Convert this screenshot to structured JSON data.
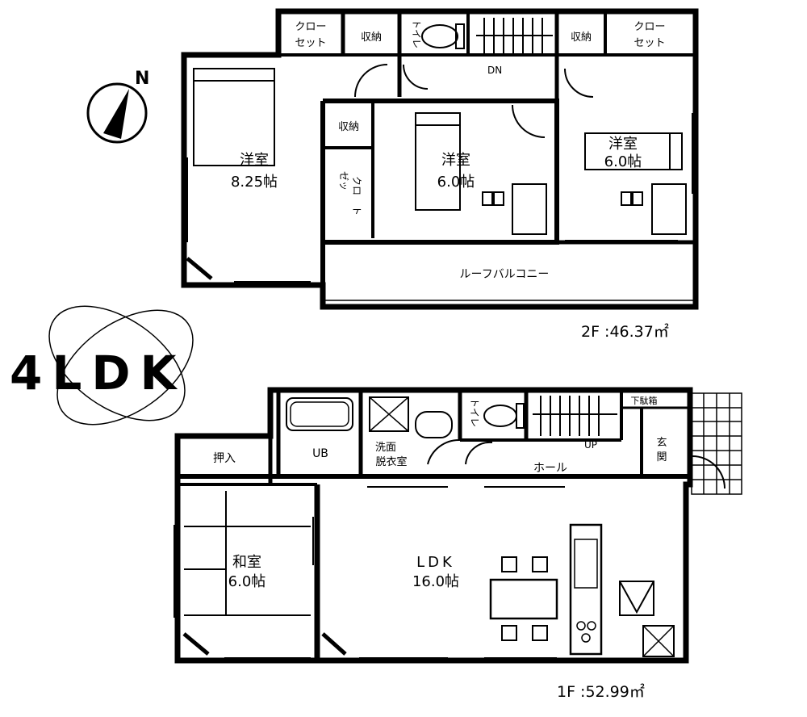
{
  "badge": {
    "text": "4LDK"
  },
  "compass": {
    "north": "N"
  },
  "floor2": {
    "area": "2F :46.37㎡",
    "rooms": {
      "western_a": {
        "name": "洋室",
        "size": "8.25帖"
      },
      "western_b": {
        "name": "洋室",
        "size": "6.0帖"
      },
      "western_c": {
        "name": "洋室",
        "size": "6.0帖"
      },
      "closet_1": {
        "line1": "クロー",
        "line2": "セット"
      },
      "storage_1": "収納",
      "toilet": "トイレ",
      "stair_dn": "DN",
      "storage_2": "収納",
      "closet_2": {
        "line1": "クロー",
        "line2": "セット"
      },
      "storage_3": "収納",
      "closet_3": {
        "line1": "クロ",
        "line2": "ゼッ",
        "line3": "ト"
      },
      "balcony": "ルーフバルコニー"
    }
  },
  "floor1": {
    "area": "1F :52.99㎡",
    "rooms": {
      "closet": "押入",
      "unit_bath": "UB",
      "washroom": {
        "line1": "洗面",
        "line2": "脱衣室"
      },
      "toilet": "トイレ",
      "under_storage": "下駄箱",
      "stair_up": "UP",
      "hall": "ホール",
      "entrance": {
        "line1": "玄",
        "line2": "関"
      },
      "japanese": {
        "name": "和室",
        "size": "6.0帖"
      },
      "ldk": {
        "name": "LDK",
        "size": "16.0帖"
      }
    }
  }
}
